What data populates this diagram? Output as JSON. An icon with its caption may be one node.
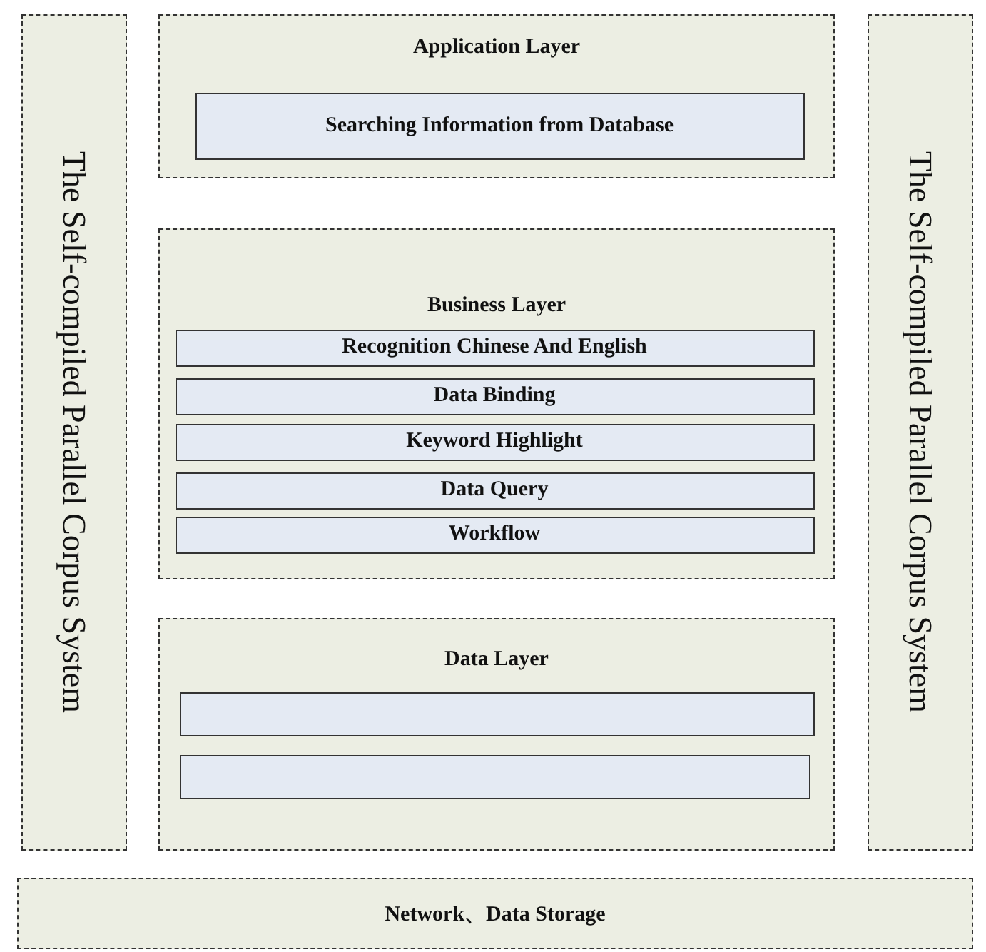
{
  "diagram": {
    "nodes": [
      {
        "text": [
          "The Self-compiled Parallel Corpus System"
        ]
      },
      {
        "text": [
          "Application Layer"
        ]
      },
      {
        "text": [
          "Searching  Information from Database"
        ],
        "in": 1
      },
      {
        "text": [
          "Business Layer"
        ]
      },
      {
        "text": [
          "Recognition  Chinese And English"
        ],
        "in": 3
      },
      {
        "text": [
          "Data Binding"
        ],
        "in": 3
      },
      {
        "text": [
          "Keyword Highlight"
        ],
        "in": 3
      },
      {
        "text": [
          "Data Query"
        ],
        "in": 3
      },
      {
        "text": [
          "Workflow"
        ],
        "in": 3
      },
      {
        "text": [
          "Data  Layer"
        ]
      },
      {
        "text": [],
        "shape": "box",
        "in": 9
      },
      {
        "text": [],
        "shape": "box",
        "in": 9
      },
      {
        "text": [
          "The Self-compiled Parallel Corpus System"
        ]
      },
      {
        "text": [
          "Network、Data Storage"
        ]
      }
    ]
  }
}
